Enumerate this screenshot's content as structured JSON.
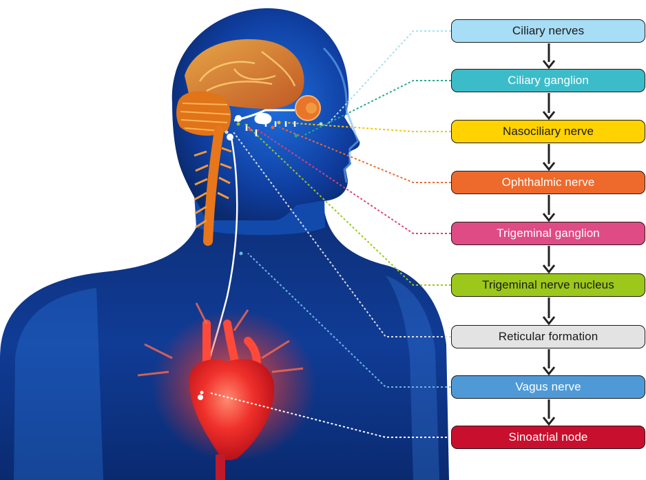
{
  "steps": [
    {
      "label": "Ciliary nerves",
      "fill": "#a8ddf6",
      "text_color": "#1a1a1a",
      "line_color": "#a8e0f0"
    },
    {
      "label": "Ciliary ganglion",
      "fill": "#3cbcc9",
      "text_color": "#ffffff",
      "line_color": "#2aa88c"
    },
    {
      "label": "Nasociliary nerve",
      "fill": "#ffd200",
      "text_color": "#1a1a1a",
      "line_color": "#f5c400"
    },
    {
      "label": "Ophthalmic nerve",
      "fill": "#ee6a2c",
      "text_color": "#ffffff",
      "line_color": "#ee6a2c"
    },
    {
      "label": "Trigeminal ganglion",
      "fill": "#df4b85",
      "text_color": "#ffffff",
      "line_color": "#df3f7a"
    },
    {
      "label": "Trigeminal nerve nucleus",
      "fill": "#9bc81a",
      "text_color": "#1a1a1a",
      "line_color": "#9bc81a"
    },
    {
      "label": "Reticular formation",
      "fill": "#e3e3e3",
      "text_color": "#1a1a1a",
      "line_color": "#dcdcdc"
    },
    {
      "label": "Vagus nerve",
      "fill": "#4f9ad6",
      "text_color": "#ffffff",
      "line_color": "#6fb7e2"
    },
    {
      "label": "Sinoatrial node",
      "fill": "#c8102e",
      "text_color": "#ffffff",
      "line_color": "#ffffff"
    }
  ],
  "colors": {
    "body_dark": "#0b2f7a",
    "body_mid": "#1c5fd0",
    "body_light": "#5fa8f5",
    "nervous_system": "#e8761a",
    "heart": "#e8262b",
    "arrow": "#222222"
  }
}
